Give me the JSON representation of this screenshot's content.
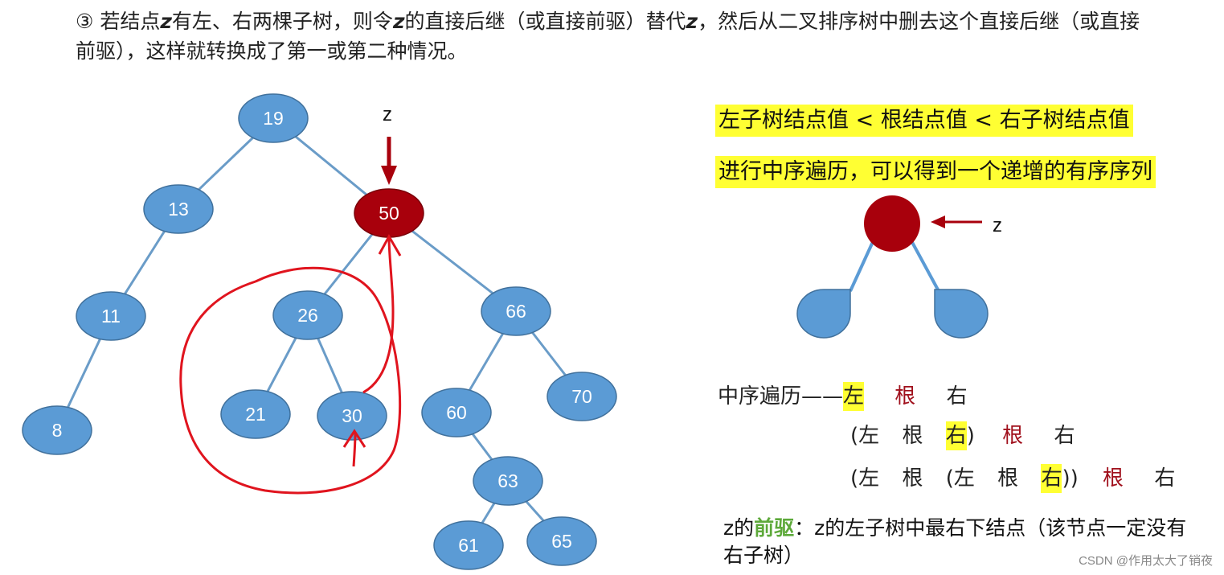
{
  "heading": {
    "p1": "③ 若结点",
    "z1": "z",
    "p2": "有左、右两棵子树，则令",
    "z2": "z",
    "p3": "的直接后继（或直接前驱）替代",
    "z3": "z",
    "p4": "，然后从二叉排序树中删去这个直接后继（或直接前驱），这样就转换成了第一或第二种情况。"
  },
  "tree": {
    "nodes": [
      {
        "label": "19"
      },
      {
        "label": "13"
      },
      {
        "label": "50"
      },
      {
        "label": "11"
      },
      {
        "label": "26"
      },
      {
        "label": "66"
      },
      {
        "label": "8"
      },
      {
        "label": "21"
      },
      {
        "label": "30"
      },
      {
        "label": "60"
      },
      {
        "label": "70"
      },
      {
        "label": "63"
      },
      {
        "label": "61"
      },
      {
        "label": "65"
      }
    ],
    "z_marker": "z"
  },
  "colors": {
    "node_fill": "#5b9bd5",
    "node_stroke": "#41719c",
    "target_fill": "#a8000c",
    "edge": "#6a9cc8",
    "annotation_red": "#e0141e",
    "highlight": "#ffff33"
  },
  "rules": {
    "bst_property": "左子树结点值 < 根结点值 < 右子树结点值",
    "inorder_property": "进行中序遍历，可以得到一个递增的有序序列"
  },
  "small_diagram": {
    "z_label": "z"
  },
  "inorder": {
    "title": "中序遍历——",
    "l": "左",
    "root": "根",
    "r": "右",
    "open": "(",
    "close": ")"
  },
  "predecessor": {
    "z": "z",
    "de": "的",
    "term": "前驱",
    "rest": "：z的左子树中最右下结点（该节点一定没有右子树）"
  },
  "watermark": "CSDN @作用太大了销夜"
}
